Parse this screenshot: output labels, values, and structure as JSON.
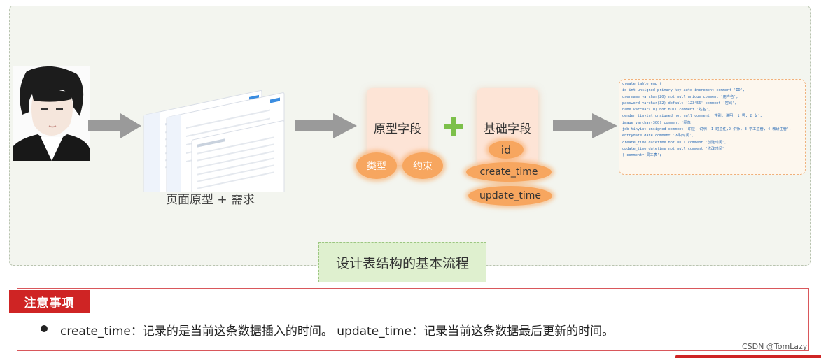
{
  "diagram": {
    "prototype_caption": "页面原型 + 需求",
    "prototype_fields": {
      "title": "原型字段",
      "clouds": [
        "类型",
        "约束"
      ]
    },
    "plus_symbol": "+",
    "base_fields": {
      "title": "基础字段",
      "clouds": [
        "id",
        "create_time",
        "update_time"
      ]
    },
    "sql_lines": [
      "create table emp (",
      "  id int unsigned primary key auto_increment comment 'ID',",
      "  username varchar(20) not null unique comment '用户名',",
      "  password varchar(32) default '123456' comment '密码',",
      "  name varchar(10) not null comment '姓名',",
      "  gender tinyint unsigned not null comment '性别, 说明: 1 男, 2 女',",
      "  image varchar(300) comment '图像',",
      "  job tinyint unsigned comment '职位, 说明: 1 班主任,2 讲师, 3 学工主管, 4 教研主管',",
      "  entrydate date comment '入职时间',",
      "  create_time datetime not null comment '创建时间',",
      "  update_time datetime not null comment '修改时间'",
      ") comment='员工表';"
    ],
    "flow_label": "设计表结构的基本流程"
  },
  "colors": {
    "cloud_orange": "#f7a65f",
    "plus_green": "#7cc04a",
    "note_red": "#cf2424",
    "arrow_gray": "#9a9a9a"
  },
  "note": {
    "tag": "注意事项",
    "text": "create_time：记录的是当前这条数据插入的时间。 update_time：记录当前这条数据最后更新的时间。"
  },
  "watermark": "CSDN @TomLazy"
}
